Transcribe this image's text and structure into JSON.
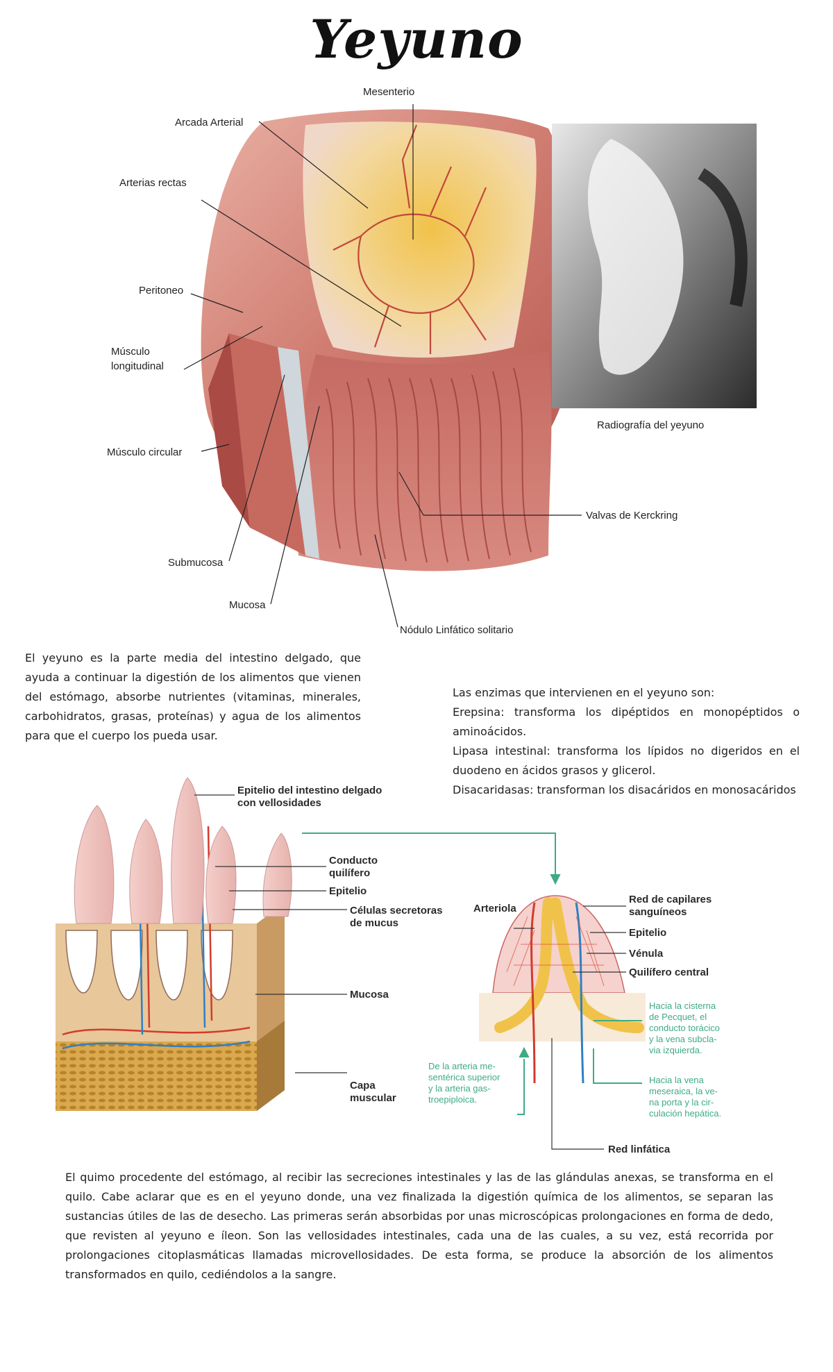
{
  "page": {
    "title": "Yeyuno"
  },
  "figure1": {
    "labels": {
      "mesenterio": "Mesenterio",
      "arcada": "Arcada Arterial",
      "arterias": "Arterias rectas",
      "peritoneo": "Peritoneo",
      "musculo_long_1": "Músculo",
      "musculo_long_2": "longitudinal",
      "musculo_circ": "Músculo circular",
      "submucosa": "Submucosa",
      "mucosa": "Mucosa",
      "nodulo": "Nódulo Linfático solitario",
      "valvas": "Valvas de Kerckring",
      "radiografia": "Radiografía del yeyuno"
    }
  },
  "text1": "El yeyuno es la parte media del intestino delgado, que ayuda a continuar la digestión de los alimentos que vienen del estómago, absorbe nutrientes (vitaminas, minerales, carbohidratos, grasas, proteínas) y agua de los alimentos para que el cuerpo los pueda usar.",
  "enzymes": {
    "intro": "Las enzimas que intervienen en el yeyuno son:",
    "erepsina": "Erepsina: transforma los dipéptidos en monopéptidos o aminoácidos.",
    "lipasa": "Lipasa intestinal: transforma los lípidos no digeridos en el duodeno en ácidos grasos y glicerol.",
    "disacaridasas": "Disacaridasas: transforman los disacáridos en monosacáridos"
  },
  "figure2": {
    "labels": {
      "epitelio_int_1": "Epitelio del intestino delgado",
      "epitelio_int_2": "con vellosidades",
      "conducto_1": "Conducto",
      "conducto_2": "quilífero",
      "epitelio_left": "Epitelio",
      "celulas_1": "Células secretoras",
      "celulas_2": "de mucus",
      "mucosa": "Mucosa",
      "capa_1": "Capa",
      "capa_2": "muscular",
      "arteriola": "Arteriola",
      "red_cap_1": "Red de capilares",
      "red_cap_2": "sanguíneos",
      "epitelio_right": "Epitelio",
      "venula": "Vénula",
      "quilifero": "Quilífero central",
      "hacia_cisterna_1": "Hacia la cisterna",
      "hacia_cisterna_2": "de Pecquet, el",
      "hacia_cisterna_3": "conducto torácico",
      "hacia_cisterna_4": "y la vena subcla-",
      "hacia_cisterna_5": "via izquierda.",
      "hacia_vena_1": "Hacia la vena",
      "hacia_vena_2": "meseraica, la ve-",
      "hacia_vena_3": "na porta y la cir-",
      "hacia_vena_4": "culación hepática.",
      "arteria_1": "De la arteria me-",
      "arteria_2": "sentérica superior",
      "arteria_3": "y la arteria gas-",
      "arteria_4": "troepiploica.",
      "red_linfatica": "Red linfática"
    }
  },
  "text2": "El quimo procedente del estómago, al recibir las secreciones intestinales y las de las glándulas anexas, se transforma en el quilo. Cabe aclarar que es en el yeyuno donde, una vez finalizada la digestión química de los alimentos, se separan las sustancias útiles de las de desecho. Las primeras serán absorbidas por unas microscópicas prolongaciones en forma de dedo, que revisten al yeyuno e íleon. Son las vellosidades intestinales, cada una de las cuales, a su vez, está recorrida por prolongaciones citoplasmáticas llamadas microvellosidades. De esta forma, se produce la absorción de los alimentos transformados en quilo, cediéndolos a la sangre."
}
